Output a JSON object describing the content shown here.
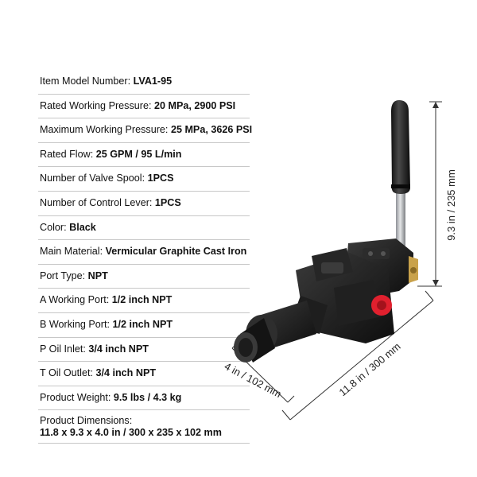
{
  "specs": [
    {
      "label": "Item Model Number: ",
      "value": "LVA1-95"
    },
    {
      "label": "Rated Working Pressure: ",
      "value": "20 MPa, 2900 PSI"
    },
    {
      "label": "Maximum Working Pressure: ",
      "value": "25 MPa, 3626 PSI"
    },
    {
      "label": "Rated Flow: ",
      "value": "25 GPM / 95 L/min"
    },
    {
      "label": "Number of Valve Spool: ",
      "value": "1PCS"
    },
    {
      "label": "Number of Control Lever: ",
      "value": "1PCS"
    },
    {
      "label": "Color: ",
      "value": "Black"
    },
    {
      "label": "Main Material: ",
      "value": "Vermicular Graphite Cast Iron"
    },
    {
      "label": "Port Type: ",
      "value": "NPT"
    },
    {
      "label": "A Working Port: ",
      "value": "1/2 inch NPT"
    },
    {
      "label": "B Working Port: ",
      "value": "1/2 inch NPT"
    },
    {
      "label": "P Oil Inlet: ",
      "value": "3/4 inch NPT"
    },
    {
      "label": "T Oil Outlet: ",
      "value": "3/4 inch NPT"
    },
    {
      "label": "Product Weight: ",
      "value": "9.5 lbs / 4.3 kg"
    }
  ],
  "dimensions_spec": {
    "label": "Product Dimensions:",
    "value": "11.8 x 9.3 x 4.0 in / 300 x 235 x 102 mm"
  },
  "dim_labels": {
    "height": "9.3 in / 235 mm",
    "length": "11.8 in / 300 mm",
    "width": "4 in / 102 mm"
  },
  "colors": {
    "body": "#1a1a1a",
    "cap": "#e0202e",
    "rod": "#b9bcc0"
  }
}
